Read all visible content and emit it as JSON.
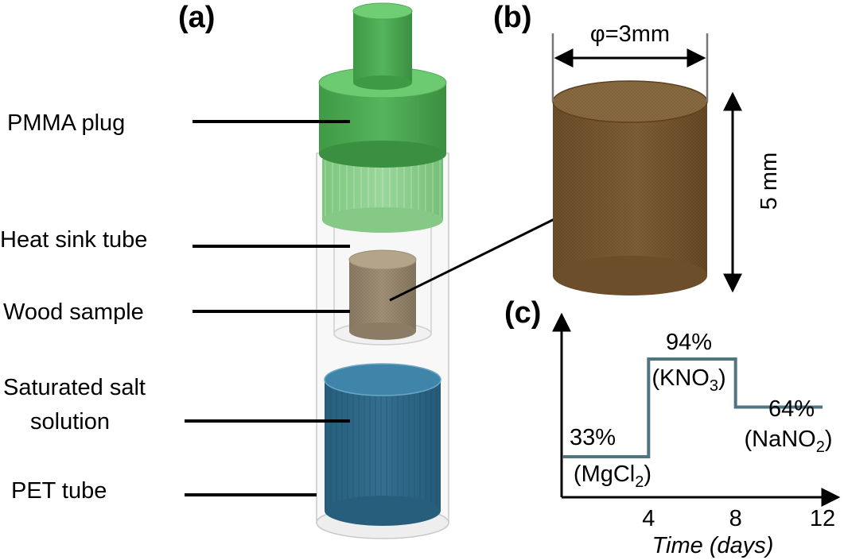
{
  "panels": {
    "a": "(a)",
    "b": "(b)",
    "c": "(c)"
  },
  "callouts": {
    "pmma_plug": "PMMA plug",
    "heat_sink_tube": "Heat sink tube",
    "wood_sample": "Wood sample",
    "salt_line1": "Saturated salt",
    "salt_line2": "solution",
    "pet_tube": "PET tube"
  },
  "dimensions": {
    "diameter": "φ=3mm",
    "height": "5 mm"
  },
  "colors": {
    "pmma_green": "#5cb85c",
    "salt_blue": "#2f6d8f",
    "wood_brown": "#7a5a32",
    "sample_tan": "#9a8a72",
    "step_line": "#4f7580"
  },
  "chart_data": {
    "type": "line",
    "xlabel": "Time (days)",
    "x_ticks": [
      "4",
      "8",
      "12"
    ],
    "xlim": [
      0,
      12
    ],
    "steps": [
      {
        "x_start": 0,
        "x_end": 4,
        "rh_label": "33%",
        "salt_main": "(MgCl",
        "salt_sub": "2",
        "salt_end": ")"
      },
      {
        "x_start": 4,
        "x_end": 8,
        "rh_label": "94%",
        "salt_main": "(KNO",
        "salt_sub": "3",
        "salt_end": ")"
      },
      {
        "x_start": 8,
        "x_end": 12,
        "rh_label": "64%",
        "salt_main": "(NaNO",
        "salt_sub": "2",
        "salt_end": ")"
      }
    ],
    "values": [
      33,
      94,
      64
    ]
  }
}
